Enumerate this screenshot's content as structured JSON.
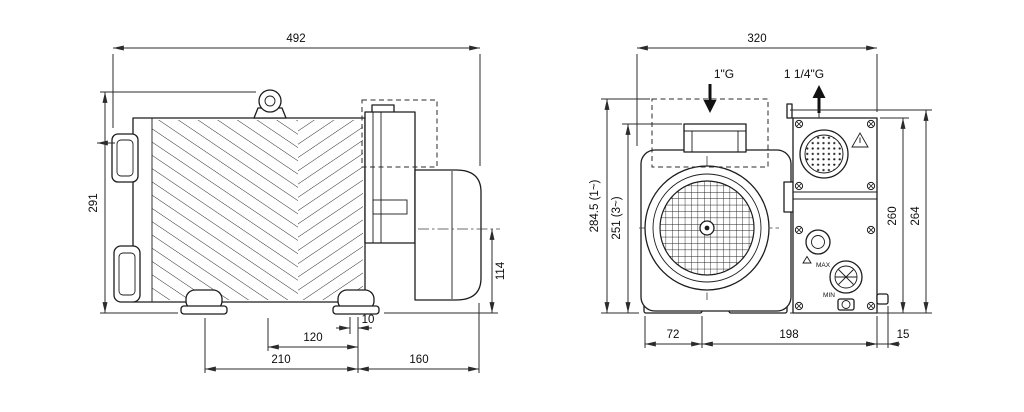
{
  "left_view": {
    "overall_width": "492",
    "overall_height": "291",
    "axis_height": "114",
    "foot_hole_offset": "10",
    "foot_spacing": "120",
    "foot_length": "210",
    "motor_overhang": "160"
  },
  "right_view": {
    "overall_width": "320",
    "inlet_port": "1\"G",
    "outlet_port": "1 1/4\"G",
    "height_single_phase": "284.5 (1~)",
    "height_three_phase": "251 (3~)",
    "separator_height": "260",
    "separator_overall_height": "264",
    "foot_width": "72",
    "foot_to_drain": "198",
    "drain_overhang": "15",
    "oil_level_max": "MAX",
    "oil_level_min": "MIN"
  }
}
